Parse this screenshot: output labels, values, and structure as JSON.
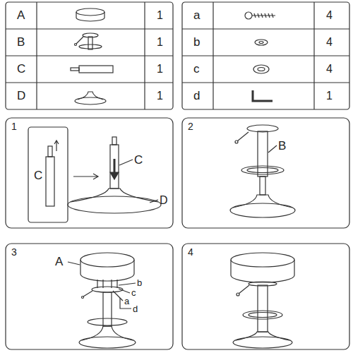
{
  "diagram": {
    "labels": [
      "A",
      "1",
      "B",
      "1",
      "C",
      "1",
      "D",
      "1",
      "a",
      "4",
      "b",
      "4",
      "c",
      "4",
      "d",
      "1",
      "1",
      "C",
      "C",
      "D",
      "2",
      "B",
      "3",
      "A",
      "b",
      "c",
      "a",
      "d",
      "4"
    ]
  }
}
